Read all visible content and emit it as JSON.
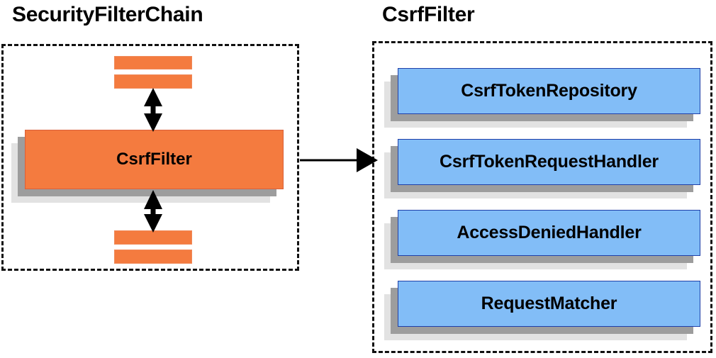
{
  "diagram": {
    "title_left": "SecurityFilterChain",
    "title_right": "CsrfFilter",
    "background": "#ffffff",
    "colors": {
      "orange_fill": "#f47b3f",
      "orange_border": "#d9603a",
      "blue_fill": "#82bdf7",
      "blue_border": "#1f3fa8",
      "shadow_dark": "#9d9d9d",
      "shadow_light": "#e2e2e2",
      "outline_dashed": "#111111",
      "text": "#000000"
    }
  },
  "left_panel": {
    "title": "SecurityFilterChain",
    "focus_filter": {
      "label": "CsrfFilter"
    },
    "bars_above": [
      {
        "label": ""
      },
      {
        "label": ""
      }
    ],
    "bars_below": [
      {
        "label": ""
      },
      {
        "label": ""
      }
    ],
    "arrows": [
      {
        "name": "arrow-up-double",
        "direction": "bidirectional",
        "orientation": "vertical"
      },
      {
        "name": "arrow-down-double",
        "direction": "bidirectional",
        "orientation": "vertical"
      }
    ]
  },
  "right_panel": {
    "title": "CsrfFilter",
    "collaborators": [
      {
        "label": "CsrfTokenRepository"
      },
      {
        "label": "CsrfTokenRequestHandler"
      },
      {
        "label": "AccessDeniedHandler"
      },
      {
        "label": "RequestMatcher"
      }
    ]
  },
  "connector": {
    "name": "csrffilter-expansion-arrow",
    "from": "CsrfFilter",
    "to": "CsrfFilter details",
    "direction": "right"
  }
}
